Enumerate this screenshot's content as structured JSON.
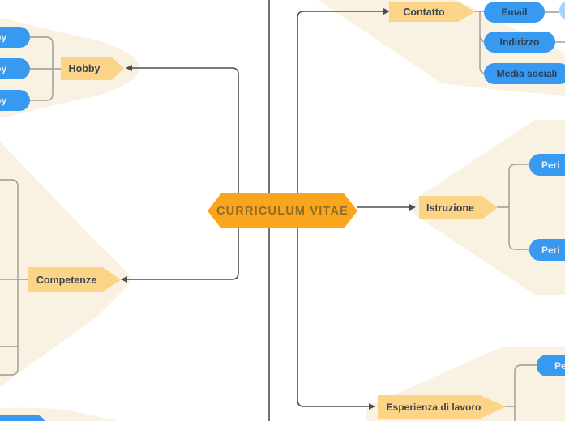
{
  "mindmap": {
    "center": {
      "label": "CURRICULUM VITAE"
    },
    "branches": {
      "contatto": {
        "label": "Contatto",
        "children": [
          "Email",
          "Indirizzo",
          "Media sociali"
        ]
      },
      "istruzione": {
        "label": "Istruzione",
        "children": [
          "Peri",
          "Peri"
        ]
      },
      "esperienza": {
        "label": "Esperienza di lavoro",
        "children": [
          "Pe"
        ]
      },
      "hobby": {
        "label": "Hobby",
        "children": [
          "Hobby",
          "Hobby",
          "Hobby"
        ]
      },
      "competenze": {
        "label": "Competenze",
        "children": []
      }
    },
    "colors": {
      "center_fill": "#f9a51d",
      "center_text": "#8d6e22",
      "branch_fill": "#fbd488",
      "branch_text": "#3c4351",
      "child_fill": "#379af0",
      "child_text_dark": "#2f3d4e",
      "child_text_light": "#e9eef4",
      "child_fill_light": "#a9d4f7",
      "fan_fill": "#f9f2e3",
      "line_dark": "#4d4d4d",
      "line_gray": "#9b9b93"
    }
  }
}
